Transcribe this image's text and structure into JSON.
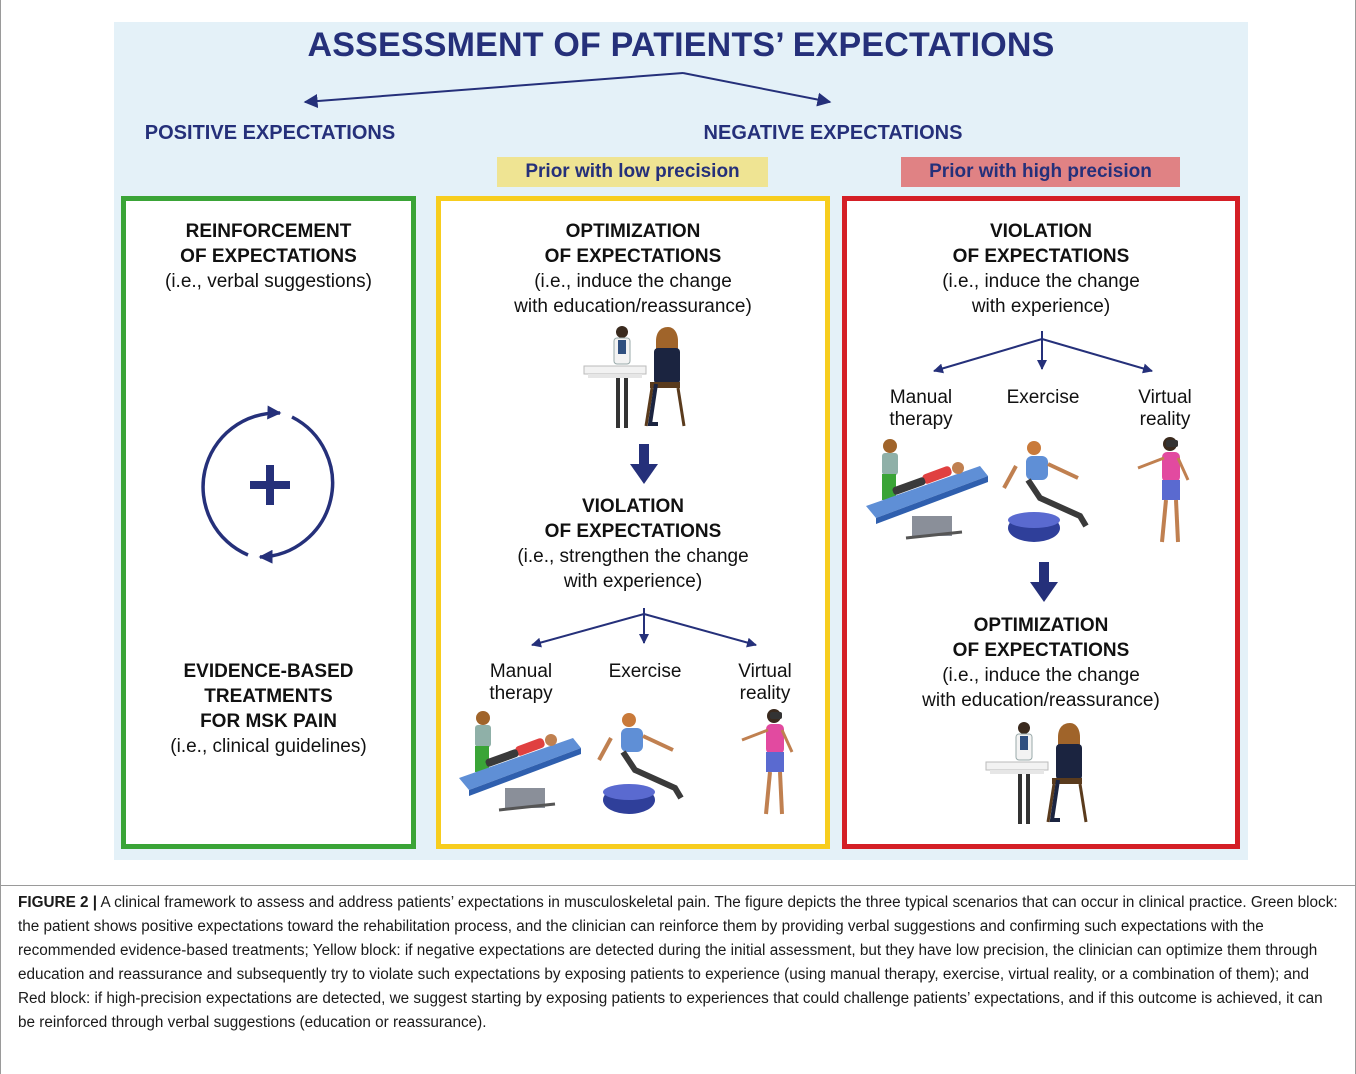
{
  "title": "ASSESSMENT OF PATIENTS’ EXPECTATIONS",
  "positive_label": "POSITIVE EXPECTATIONS",
  "negative_label": "NEGATIVE EXPECTATIONS",
  "prior_low": "Prior with low precision",
  "prior_high": "Prior with high precision",
  "colors": {
    "title": "#25307a",
    "green": "#3aa437",
    "yellow": "#f7cd1e",
    "red": "#d41f26",
    "panel": "#e4f1f8",
    "low_bg": "#efe493",
    "high_bg": "#e08284"
  },
  "green_block": {
    "heading1": "REINFORCEMENT",
    "heading2": "OF EXPECTATIONS",
    "sub": "(i.e., verbal suggestions)",
    "icon": "reinforcement-cycle-plus-icon",
    "bottom_heading1": "EVIDENCE-BASED",
    "bottom_heading2": "TREATMENTS",
    "bottom_heading3": "FOR MSK PAIN",
    "bottom_sub": "(i.e., clinical guidelines)"
  },
  "yellow_block": {
    "heading1": "OPTIMIZATION",
    "heading2": "OF EXPECTATIONS",
    "sub1": "(i.e., induce the change",
    "sub2": "with education/reassurance)",
    "heading3": "VIOLATION",
    "heading4": "OF EXPECTATIONS",
    "sub3": "(i.e., strengthen the change",
    "sub4": "with experience)",
    "option1a": "Manual",
    "option1b": "therapy",
    "option2": "Exercise",
    "option3a": "Virtual",
    "option3b": "reality"
  },
  "red_block": {
    "heading1": "VIOLATION",
    "heading2": "OF EXPECTATIONS",
    "sub1": "(i.e., induce the change",
    "sub2": "with experience)",
    "option1a": "Manual",
    "option1b": "therapy",
    "option2": "Exercise",
    "option3a": "Virtual",
    "option3b": "reality",
    "heading3": "OPTIMIZATION",
    "heading4": "OF EXPECTATIONS",
    "sub3": "(i.e., induce the change",
    "sub4": "with education/reassurance)"
  },
  "caption": {
    "label": "FIGURE 2 |",
    "text": "A clinical framework to assess and address patients’ expectations in musculoskeletal pain. The figure depicts the three typical scenarios that can occur in clinical practice. Green block: the patient shows positive expectations toward the rehabilitation process, and the clinician can reinforce them by providing verbal suggestions and confirming such expectations with the recommended evidence-based treatments; Yellow block: if negative expectations are detected during the initial assessment, but they have low precision, the clinician can optimize them through education and reassurance and subsequently try to violate such expectations by exposing patients to experience (using manual therapy, exercise, virtual reality, or a combination of them); and Red block: if high-precision expectations are detected, we suggest starting by exposing patients to experiences that could challenge patients’ expectations, and if this outcome is achieved, it can be reinforced through verbal suggestions (education or reassurance)."
  }
}
